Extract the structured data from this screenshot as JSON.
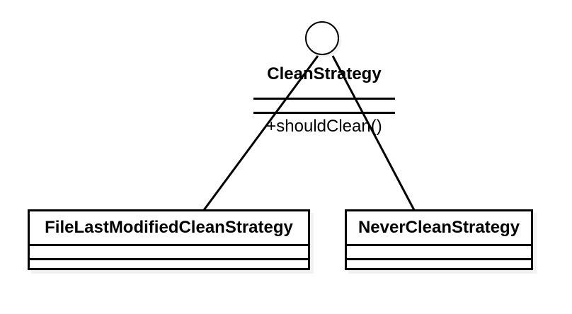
{
  "diagram": {
    "type": "uml-class-diagram",
    "background_color": "#ffffff",
    "line_color": "#000000",
    "shadow_color": "#f2f2f2",
    "interface": {
      "stereotype_icon": "interface-lollipop-circle-icon",
      "name": "CleanStrategy",
      "attributes": [],
      "operations": [
        "+shouldClean()"
      ]
    },
    "classes": [
      {
        "name": "FileLastModifiedCleanStrategy",
        "attributes": [],
        "operations": []
      },
      {
        "name": "NeverCleanStrategy",
        "attributes": [],
        "operations": []
      }
    ],
    "relationships": [
      {
        "kind": "realization",
        "from": "FileLastModifiedCleanStrategy",
        "to": "CleanStrategy"
      },
      {
        "kind": "realization",
        "from": "NeverCleanStrategy",
        "to": "CleanStrategy"
      }
    ]
  }
}
